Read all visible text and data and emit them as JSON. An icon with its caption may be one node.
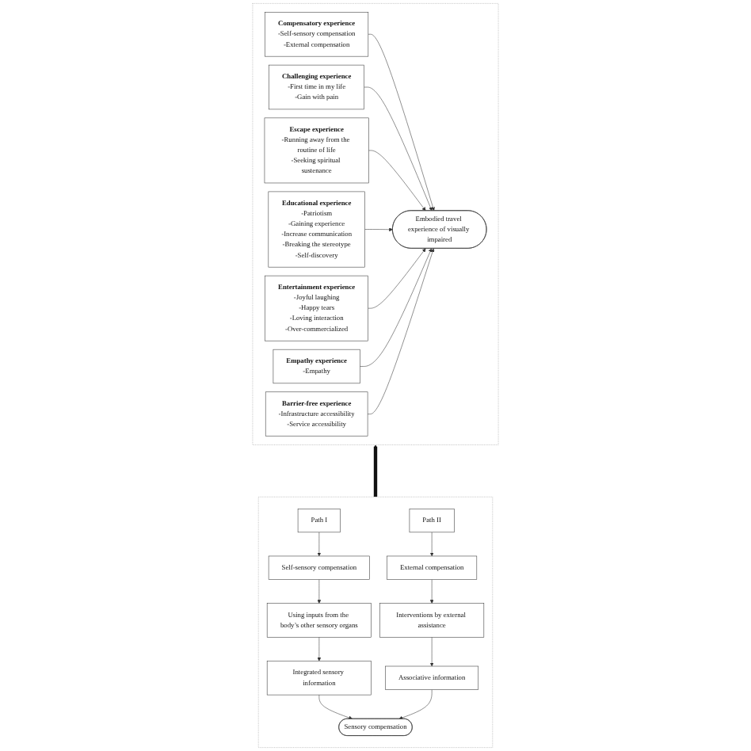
{
  "diagram": {
    "nodes": [
      {
        "text": [],
        "shape": "box"
      },
      {
        "text": [
          "Compensatory experience",
          "-Self-sensory compensation",
          "-External compensation"
        ],
        "in": 0
      },
      {
        "text": [
          "Challenging experience",
          "-First time in my life",
          "-Gain with pain"
        ],
        "in": 0
      },
      {
        "text": [
          "Escape experience",
          "-Running away from the routine of life",
          "-Seeking spiritual sustenance"
        ],
        "in": 0
      },
      {
        "text": [
          "Educational experience",
          "-Patriotism",
          "-Gaining experience",
          "-Increase communication",
          "-Breaking the stereotype",
          "-Self-discovery"
        ],
        "in": 0
      },
      {
        "text": [
          "Embodied travel experience of visually impaired"
        ],
        "in": 0
      },
      {
        "text": [
          "Entertainment experience",
          "-Joyful laughing",
          "-Happy tears",
          "-Loving interaction",
          "-Over-commercialized"
        ],
        "in": 0
      },
      {
        "text": [
          "Empathy experience",
          "-Empathy"
        ],
        "in": 0
      },
      {
        "text": [
          "Barrier-free experience",
          "-Infrastructure accessibility",
          "-Service accessibility"
        ],
        "in": 0
      },
      {
        "text": [],
        "shape": "box"
      },
      {
        "text": [
          "Path I"
        ],
        "in": 9
      },
      {
        "text": [
          "Self-sensory compensation"
        ],
        "in": 9
      },
      {
        "text": [
          "Using inputs from the body’s other sensory organs"
        ],
        "in": 9
      },
      {
        "text": [
          "Integrated sensory information"
        ],
        "in": 9
      },
      {
        "text": [
          "Sensory compensation"
        ],
        "in": 9
      },
      {
        "text": [
          "Path II"
        ],
        "in": 9
      },
      {
        "text": [
          "External compensation"
        ],
        "in": 9
      },
      {
        "text": [
          "Interventions by external assistance"
        ],
        "in": 9
      },
      {
        "text": [
          "Associative information"
        ],
        "in": 9
      }
    ],
    "edges": [
      {
        "from": 1,
        "to": 5,
        "arrow": "to"
      },
      {
        "from": 2,
        "to": 5,
        "arrow": "to"
      },
      {
        "from": 3,
        "to": 5,
        "arrow": "to"
      },
      {
        "from": 4,
        "to": 5,
        "arrow": "to"
      },
      {
        "from": 6,
        "to": 5,
        "arrow": "to"
      },
      {
        "from": 7,
        "to": 5,
        "arrow": "to"
      },
      {
        "from": 8,
        "to": 5,
        "arrow": "to"
      },
      {
        "from": 9,
        "to": 0,
        "arrow": "to",
        "style": "thick"
      },
      {
        "from": 10,
        "to": 11,
        "arrow": "to"
      },
      {
        "from": 11,
        "to": 12,
        "arrow": "to"
      },
      {
        "from": 12,
        "to": 13,
        "arrow": "to"
      },
      {
        "from": 13,
        "to": 14,
        "arrow": "to"
      },
      {
        "from": 15,
        "to": 16,
        "arrow": "to"
      },
      {
        "from": 16,
        "to": 17,
        "arrow": "to"
      },
      {
        "from": 17,
        "to": 18,
        "arrow": "to"
      },
      {
        "from": 18,
        "to": 14,
        "arrow": "to"
      }
    ]
  }
}
